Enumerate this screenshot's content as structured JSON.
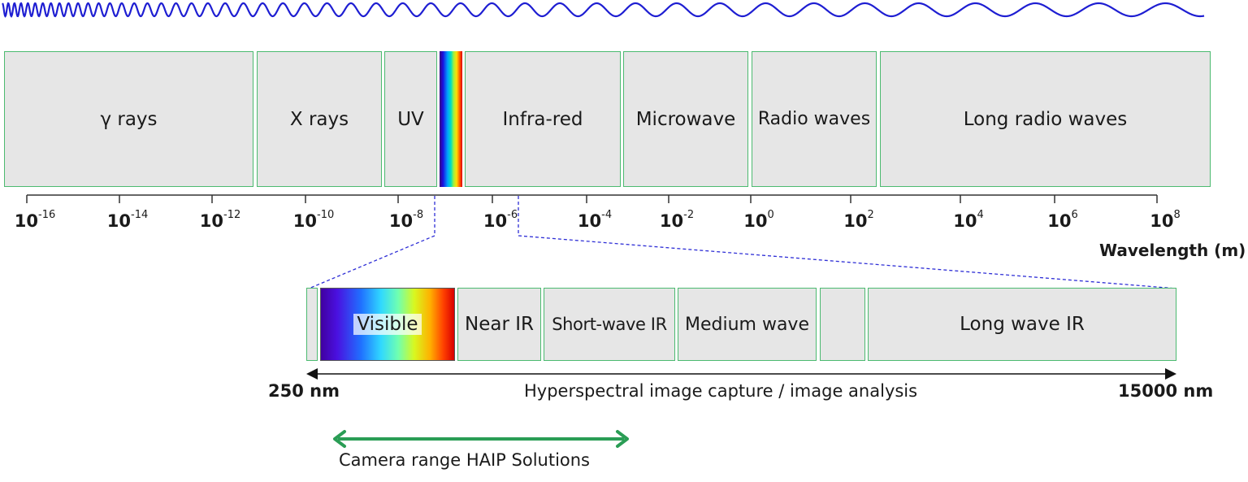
{
  "spectrum_bands": [
    {
      "id": "gamma",
      "label": "γ rays"
    },
    {
      "id": "xray",
      "label": "X rays"
    },
    {
      "id": "uv",
      "label": "UV"
    },
    {
      "id": "visible",
      "label": ""
    },
    {
      "id": "ir",
      "label": "Infra-red"
    },
    {
      "id": "microwave",
      "label": "Microwave"
    },
    {
      "id": "radio",
      "label": "Radio waves"
    },
    {
      "id": "longradio",
      "label": "Long radio waves"
    }
  ],
  "axis": {
    "ticks": [
      {
        "base": "10",
        "exp": "-16"
      },
      {
        "base": "10",
        "exp": "-14"
      },
      {
        "base": "10",
        "exp": "-12"
      },
      {
        "base": "10",
        "exp": "-10"
      },
      {
        "base": "10",
        "exp": "-8"
      },
      {
        "base": "10",
        "exp": "-6"
      },
      {
        "base": "10",
        "exp": "-4"
      },
      {
        "base": "10",
        "exp": "-2"
      },
      {
        "base": "10",
        "exp": "0"
      },
      {
        "base": "10",
        "exp": "2"
      },
      {
        "base": "10",
        "exp": "4"
      },
      {
        "base": "10",
        "exp": "6"
      },
      {
        "base": "10",
        "exp": "8"
      }
    ],
    "title": "Wavelength (m)"
  },
  "zoom_bands": [
    {
      "id": "uv-small",
      "label": ""
    },
    {
      "id": "visible",
      "label": "Visible"
    },
    {
      "id": "near-ir",
      "label": "Near IR"
    },
    {
      "id": "short-wave-ir",
      "label": "Short-wave IR"
    },
    {
      "id": "medium-wave",
      "label": "Medium wave"
    },
    {
      "id": "gap",
      "label": ""
    },
    {
      "id": "long-wave-ir",
      "label": "Long wave IR"
    }
  ],
  "range": {
    "start": "250 nm",
    "end": "15000 nm",
    "caption": "Hyperspectral image capture / image analysis"
  },
  "camera": {
    "caption": "Camera range HAIP Solutions"
  },
  "colors": {
    "band_fill": "#e6e6e6",
    "band_border": "#4cba70",
    "wave": "#1e1ed2",
    "camera_arrow": "#2a9d55",
    "dashed": "#2e2ed6"
  }
}
